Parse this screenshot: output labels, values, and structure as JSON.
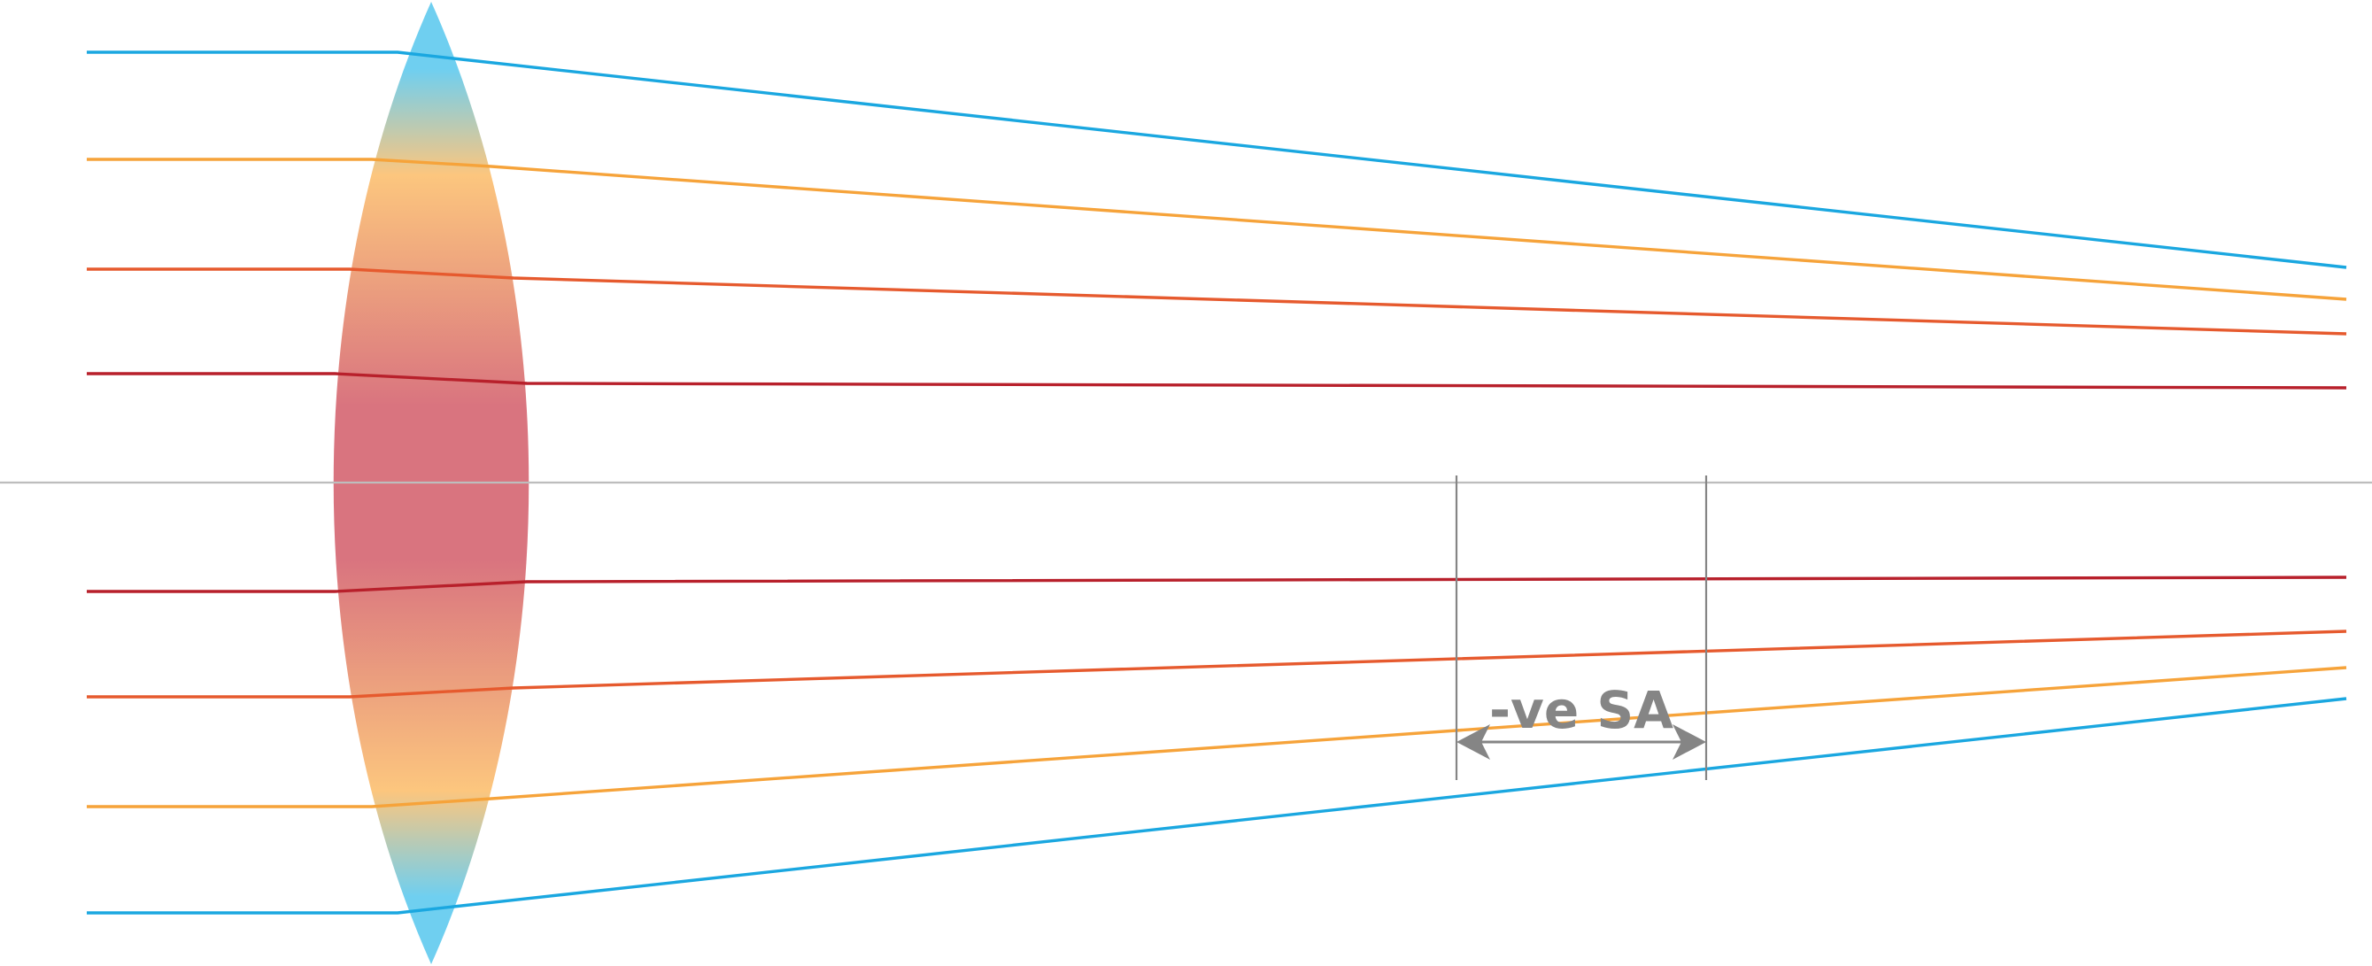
{
  "colors": {
    "background": "#ffffff",
    "axis": "#bdbdbd",
    "blue": "#1aa7e0",
    "orange": "#f6a33a",
    "red_orange": "#e65a2e",
    "dark_red": "#b8202b",
    "dimension": "#858585",
    "lens_edge": "#6fcff0",
    "lens_amber": "#fcc67e",
    "lens_core": "#d9747f"
  },
  "lens": {
    "type": "biconvex",
    "fill": "gradient"
  },
  "rays": [
    {
      "color": "blue",
      "side": "upper",
      "order": 1
    },
    {
      "color": "orange",
      "side": "upper",
      "order": 2
    },
    {
      "color": "red_orange",
      "side": "upper",
      "order": 3
    },
    {
      "color": "dark_red",
      "side": "upper",
      "order": 4
    },
    {
      "color": "dark_red",
      "side": "lower",
      "order": 4
    },
    {
      "color": "red_orange",
      "side": "lower",
      "order": 3
    },
    {
      "color": "orange",
      "side": "lower",
      "order": 2
    },
    {
      "color": "blue",
      "side": "lower",
      "order": 1
    }
  ],
  "annotation": {
    "label": "-ve SA",
    "arrow": "double-headed",
    "icon": "double-arrow-icon"
  }
}
